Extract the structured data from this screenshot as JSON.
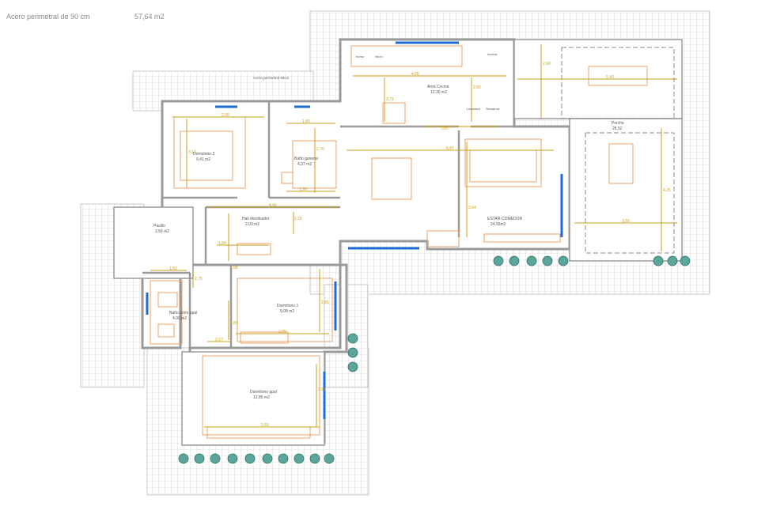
{
  "header": {
    "row1": {
      "label": "Acero perimetral de 90 cm",
      "value": "57,64 m2"
    }
  },
  "rooms": {
    "dormitorio2": {
      "name": "Dormitorio 2",
      "area": "9,41 m2"
    },
    "bano_general": {
      "name": "Baño general",
      "area": "4,37 m2"
    },
    "pasillo": {
      "name": "Pasillo",
      "area": "2,56 m2"
    },
    "hall": {
      "name": "Hall distribuidor",
      "area": "2,03 m2"
    },
    "cocina": {
      "name": "Area Cocina",
      "area": "12,30 m2"
    },
    "estar": {
      "name": "ESTAR-COMEDOR",
      "area": "24,55m2"
    },
    "porche": {
      "name": "Porche",
      "area": "28,52"
    },
    "dormitorio1": {
      "name": "Dormitorio 1",
      "area": "9,08 m2"
    },
    "bano_ppal": {
      "name": "Baño dorm ppal",
      "area": "4,00 m2"
    },
    "dormitorio_ppal": {
      "name": "Dormitorio ppal",
      "area": "13,85 m2"
    }
  },
  "labels": {
    "acera": "Acera perimetral 90cm",
    "horno": "horno",
    "microondas": "micro",
    "lavadora": "Lavadora",
    "secadora": "Secadora",
    "nevera": "nevera",
    "icon_bar": "horno"
  },
  "dims": [
    "2,99",
    "3,17",
    "1,80",
    "2,70",
    "1,90",
    "4,45",
    "1,54",
    "1,83",
    "2,75",
    "1,88",
    "2,05",
    "2,85",
    "3,62",
    "2,65",
    "4,05",
    "3,71",
    "2,65",
    "6,47",
    "0,87",
    "5,40",
    "2,60",
    "3,54",
    "4,25",
    "3,55",
    "3,20",
    "1,83",
    "2,07"
  ]
}
